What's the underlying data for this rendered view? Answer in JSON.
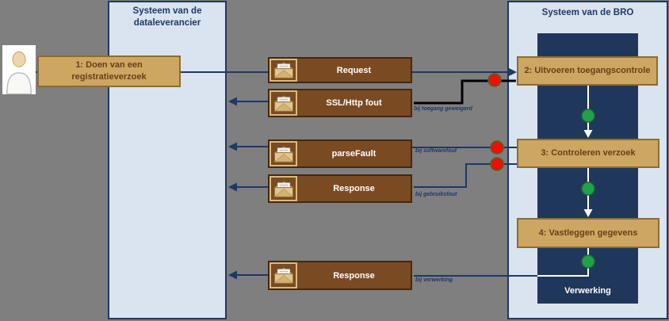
{
  "colors": {
    "background": "#7f7f7f",
    "panel_fill": "#dae4f0",
    "panel_border": "#1f3864",
    "inner_rect": "#20375c",
    "step_fill": "#cda662",
    "step_border": "#8b6d32",
    "step_text": "#654116",
    "message_fill": "#7a4a22",
    "message_border": "#45280e",
    "message_icon_border": "#d9ba7e",
    "line_navy": "#1f3864",
    "error_line_black": "#000000",
    "error_dot_red": "#ee1100",
    "ok_dot_green": "#21a14b"
  },
  "panels": {
    "supplier": {
      "title": "Systeem van de\ndataleverancier"
    },
    "bro": {
      "title": "Systeem van de BRO",
      "process_label": "Verwerking"
    }
  },
  "steps": {
    "step1": {
      "label": "1: Doen van een\nregistratieverzoek"
    },
    "step2": {
      "label": "2: Uitvoeren toegangscontrole"
    },
    "step3": {
      "label": "3: Controleren verzoek"
    },
    "step4": {
      "label": "4: Vastleggen gegevens"
    }
  },
  "messages": {
    "request": {
      "label": "Request"
    },
    "ssl_fout": {
      "label": "SSL/Http fout",
      "note": "bij toegang geweigerd"
    },
    "parsefault": {
      "label": "parseFault",
      "note": "bij softwarefout"
    },
    "response_controle": {
      "label": "Response",
      "note": "bij gebruiksfout"
    },
    "response_verwerking": {
      "label": "Response",
      "note": "bij verwerking"
    }
  }
}
